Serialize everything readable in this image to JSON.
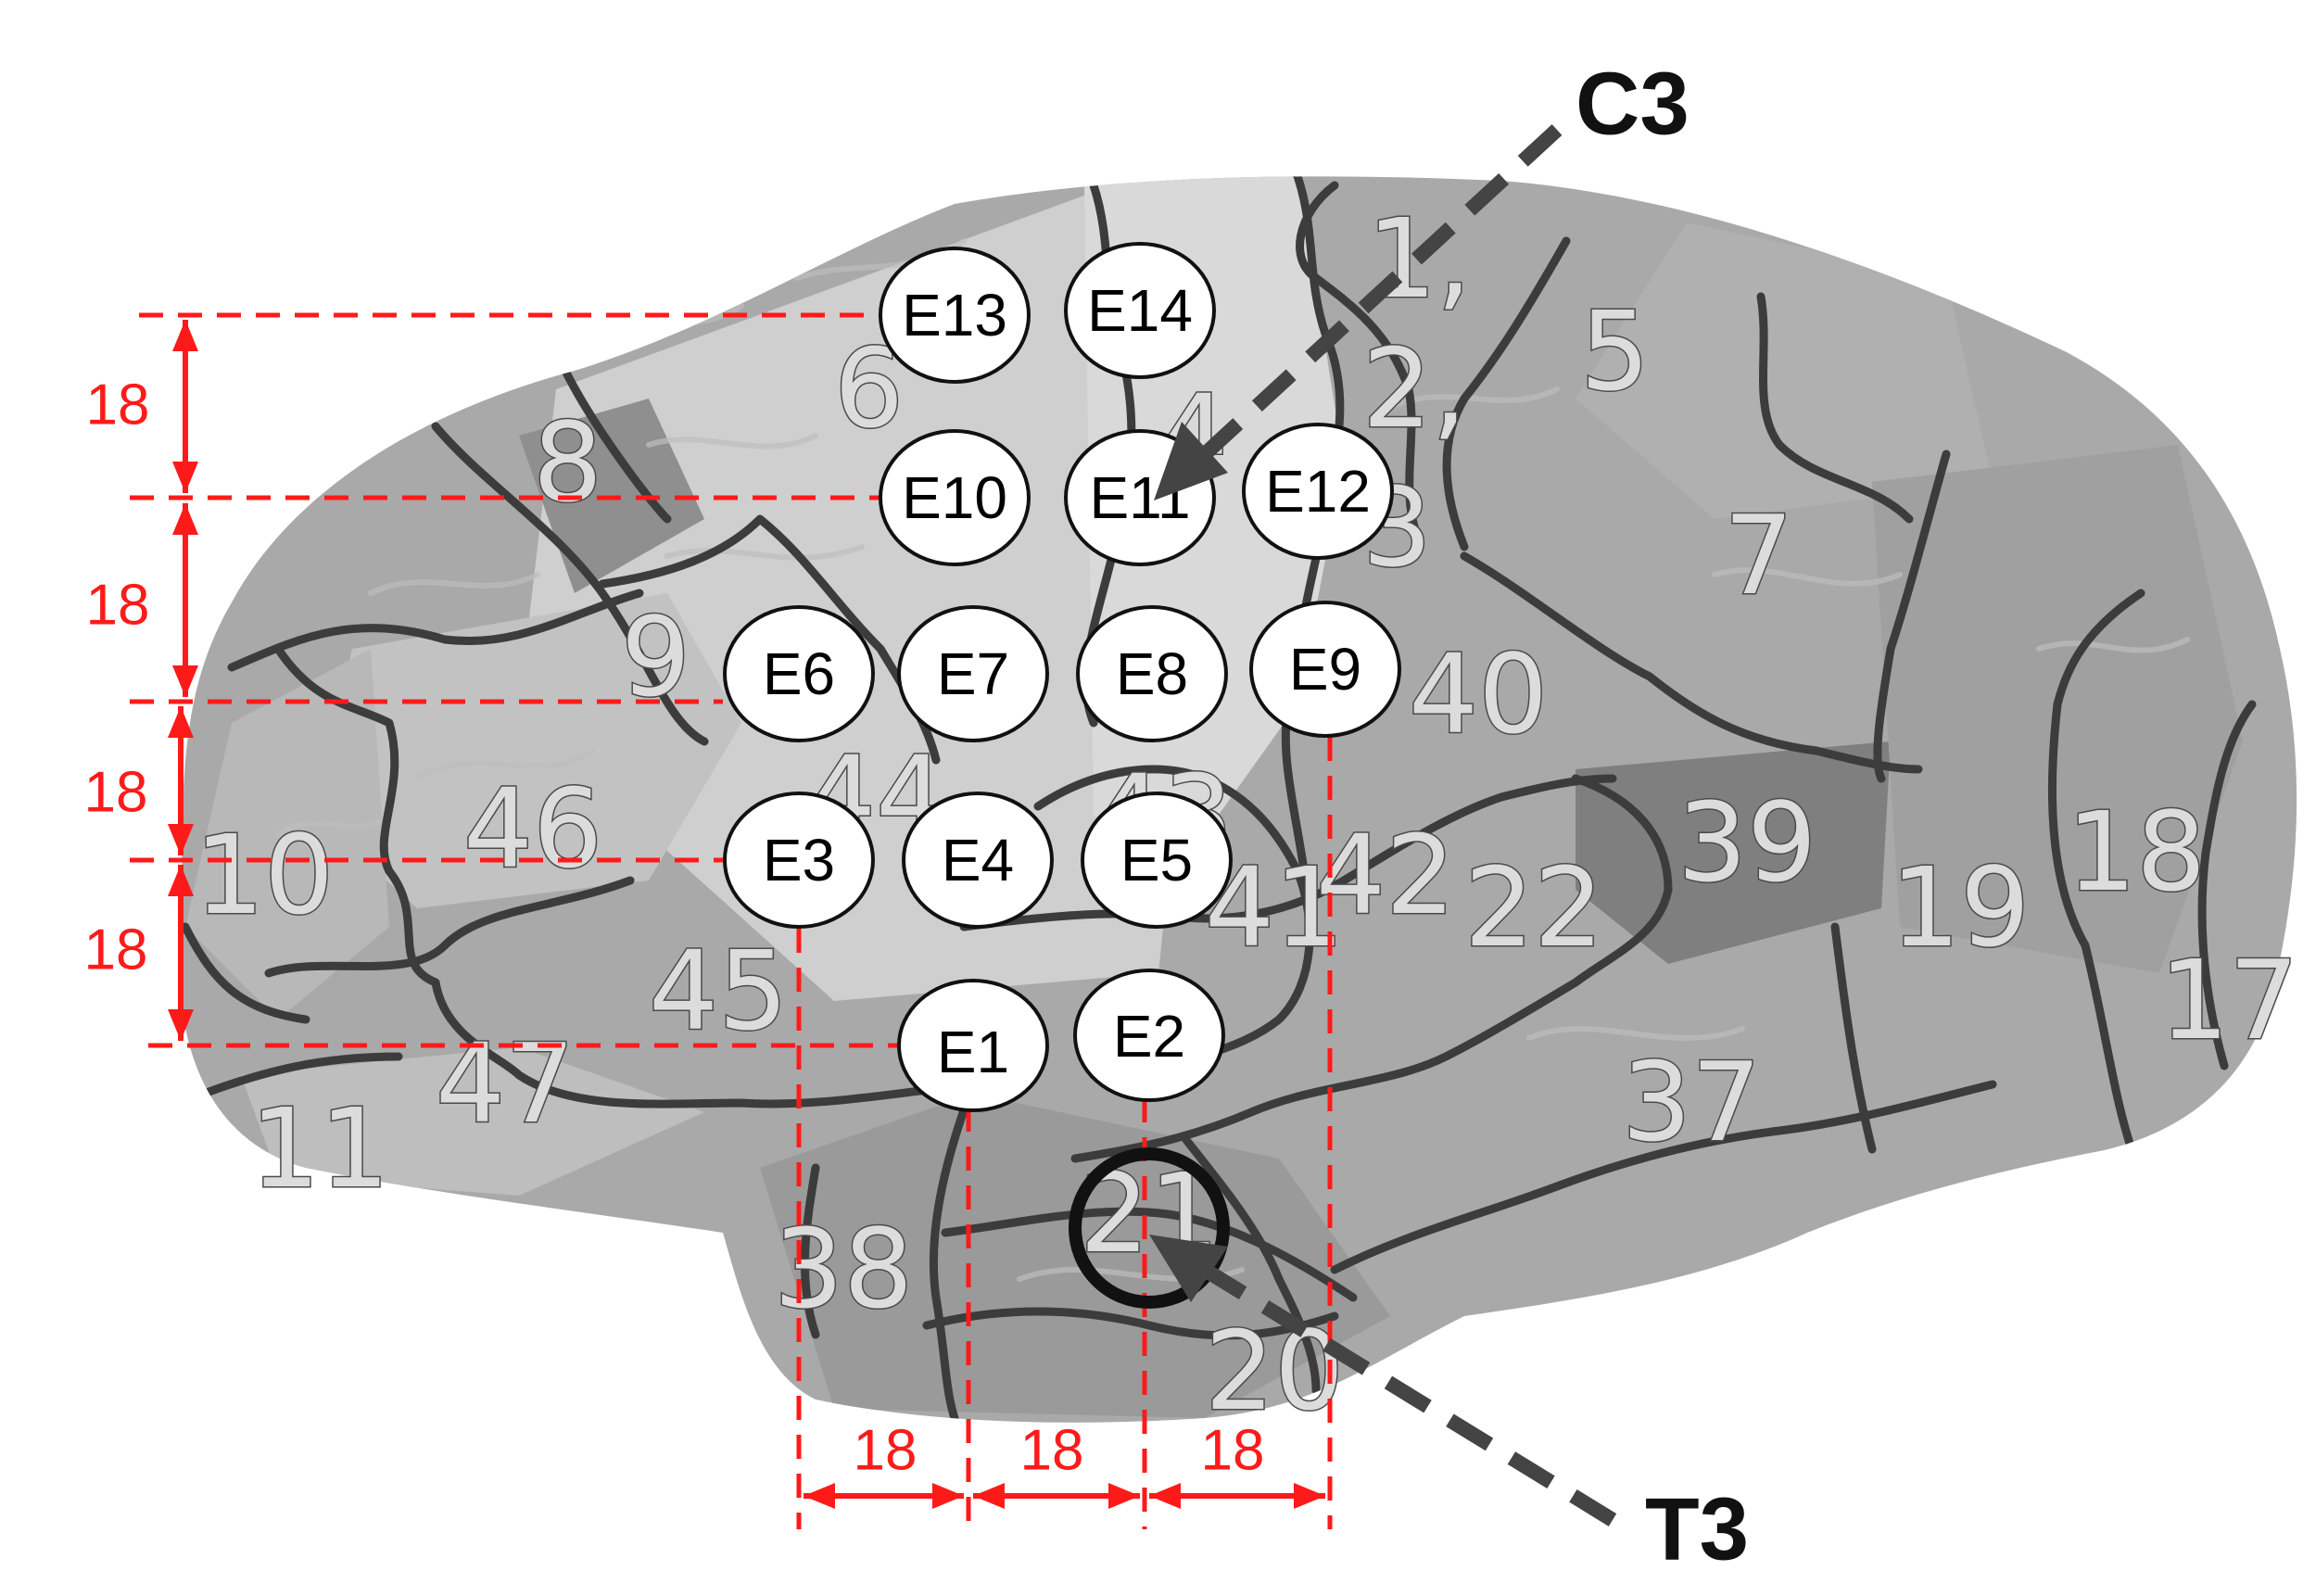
{
  "brodmann_areas": [
    "1,",
    "2,",
    "3",
    "4",
    "5",
    "6",
    "7",
    "8",
    "9",
    "10",
    "11",
    "17",
    "18",
    "19",
    "20",
    "21",
    "22",
    "37",
    "38",
    "39",
    "40",
    "41",
    "42",
    "43",
    "44",
    "45",
    "46",
    "47"
  ],
  "electrodes": [
    "E1",
    "E2",
    "E3",
    "E4",
    "E5",
    "E6",
    "E7",
    "E8",
    "E9",
    "E10",
    "E11",
    "E12",
    "E13",
    "E14"
  ],
  "spacing_labels": {
    "vertical": [
      "18",
      "18",
      "18",
      "18"
    ],
    "horizontal": [
      "18",
      "18",
      "18"
    ]
  },
  "reference_points": {
    "c3": "C3",
    "t3": "T3"
  },
  "colors": {
    "dimension": "#ff1a1a",
    "brain_light": "#c8c8c8",
    "brain_dark": "#9e9e9e",
    "sulcus": "#3c3c3c",
    "electrode_fill": "#ffffff",
    "pointer": "#444444"
  }
}
